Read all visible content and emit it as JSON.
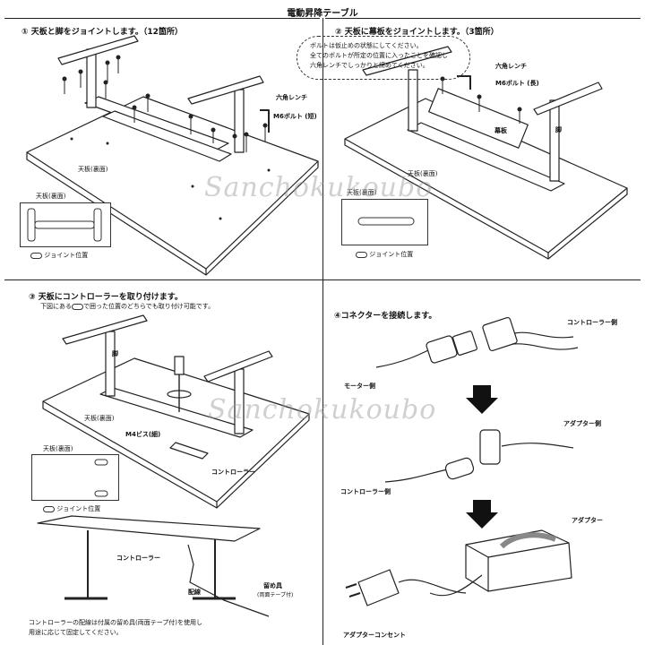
{
  "page_title": "電動昇降テーブル",
  "step1": {
    "heading": "① 天板と脚をジョイントします。（12箇所）",
    "note_lines": [
      "ボルトは仮止めの状態にしてください。",
      "全てのボルトが所定の位置に入ったことを確認し",
      "六角レンチでしっかりと締めてください。"
    ],
    "hex_wrench": "六角レンチ",
    "bolt": "M6ボルト (短)",
    "tabletop_back": "天板(裏面)",
    "inset_title": "天板(裏面)",
    "joint_legend": "ジョイント位置"
  },
  "step2": {
    "heading": "② 天板に幕板をジョイントします。（3箇所）",
    "hex_wrench": "六角レンチ",
    "bolt": "M6ボルト (長)",
    "modesty_panel": "幕板",
    "leg": "脚",
    "tabletop_back": "天板(裏面)",
    "joint_legend": "ジョイント位置"
  },
  "step3": {
    "heading": "③ 天板にコントローラーを取り付けます。",
    "subheading": "下図にある",
    "subheading_tail": "で囲った位置のどちらでも取り付け可能です。",
    "tabletop_back": "天板(裏面)",
    "screw": "M4ビス(細)",
    "controller": "コントローラー",
    "inset_title": "天板(裏面)",
    "joint_legend": "ジョイント位置",
    "controller_label2": "コントローラー",
    "wiring": "配線",
    "clip_title": "留め具",
    "clip_sub": "(両面テープ付)",
    "footer_lines": [
      "コントローラーの配線は付属の留め具(両面テープ付)を使用し",
      "用途に応じて固定してください。"
    ],
    "leg": "脚"
  },
  "step4": {
    "heading": "④コネクターを接続します。",
    "controller_side": "コントローラー側",
    "motor_side": "モーター側",
    "adapter_side": "アダプター側",
    "controller_side2": "コントローラー側",
    "adapter": "アダプター",
    "adapter_outlet": "アダプターコンセント"
  },
  "watermark": "Sanchokukoubo"
}
